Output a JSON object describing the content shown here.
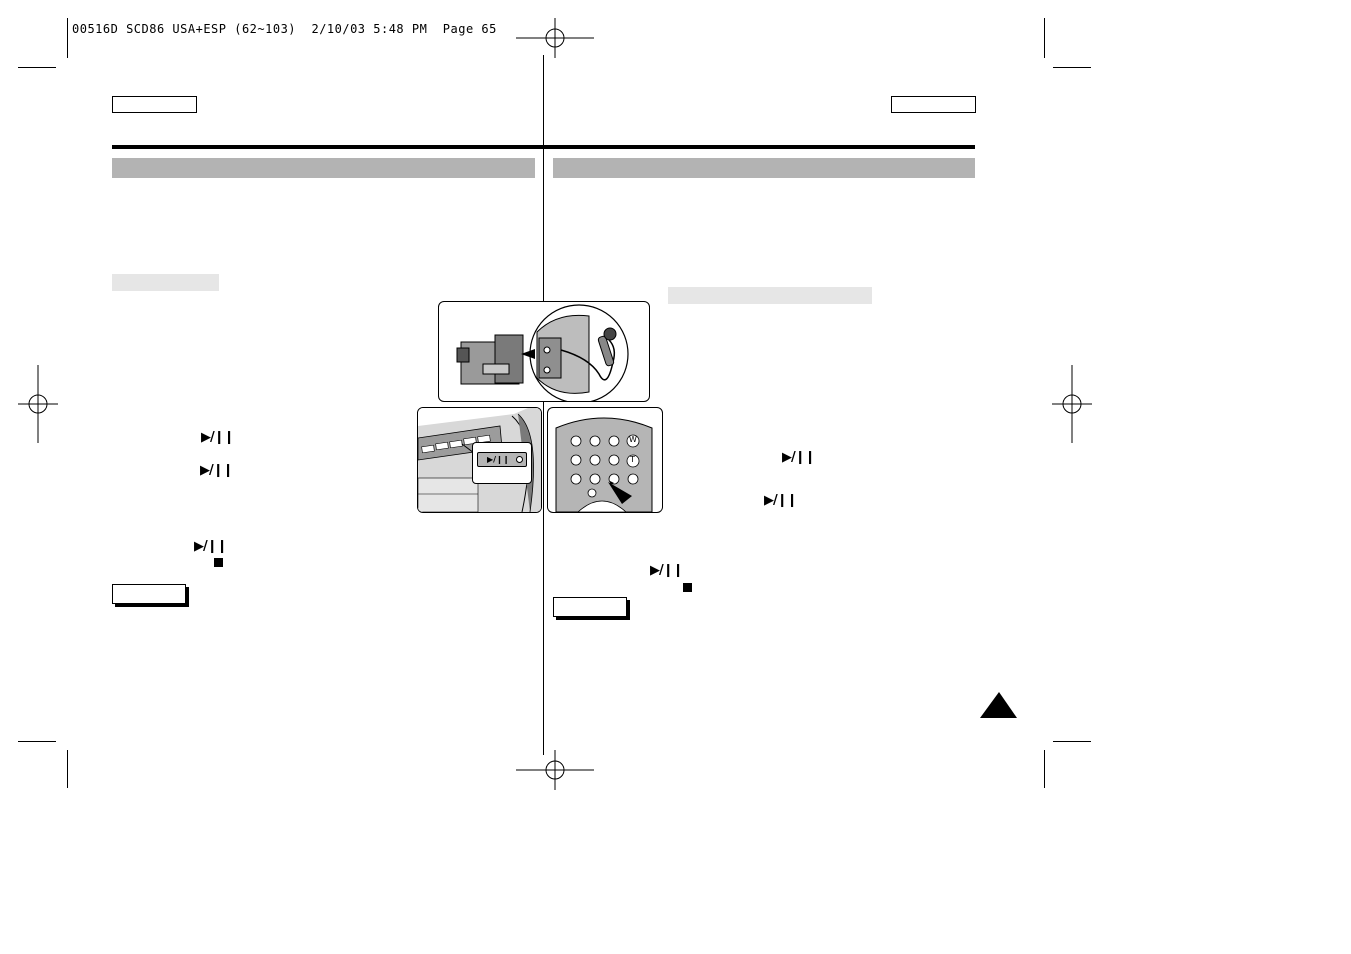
{
  "slug_line": "00516D SCD86 USA+ESP (62~103)  2/10/03 5:48 PM  Page 65",
  "play_pause_symbol": "▶/❙❙",
  "stop_symbol": "■",
  "panel_button_label": "▶/❙❙",
  "remote_buttons": {
    "wide": "W",
    "tele": "T"
  },
  "colors": {
    "section_band": "#b3b3b3",
    "sub_band": "#e6e6e6",
    "rule": "#000000"
  },
  "icons": {
    "page_corner": "triangle-up-icon",
    "registration": "crosshair-registration-icon"
  }
}
